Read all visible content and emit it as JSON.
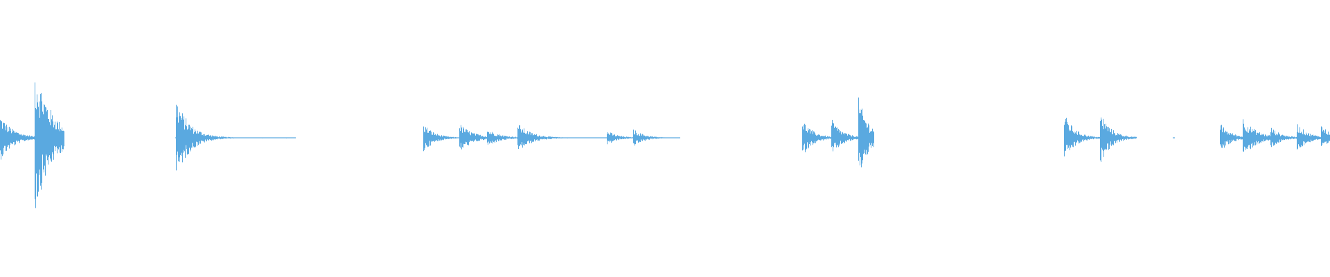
{
  "waveform": {
    "color": "#5aa9e0",
    "background": "#ffffff",
    "clips": [
      {
        "start": 0.0,
        "end": 0.048,
        "bursts": [
          {
            "at": 0.0,
            "amp": 0.3,
            "decay": 0.01
          },
          {
            "at": 0.026,
            "amp": 1.0,
            "decay": 0.012
          }
        ]
      },
      {
        "start": 0.132,
        "end": 0.222,
        "bursts": [
          {
            "at": 0.132,
            "amp": 0.55,
            "decay": 0.01
          },
          {
            "at": 0.147,
            "amp": 0.12,
            "decay": 0.01
          }
        ]
      },
      {
        "start": 0.318,
        "end": 0.511,
        "bursts": [
          {
            "at": 0.318,
            "amp": 0.2,
            "decay": 0.008
          },
          {
            "at": 0.345,
            "amp": 0.2,
            "decay": 0.01
          },
          {
            "at": 0.366,
            "amp": 0.12,
            "decay": 0.01
          },
          {
            "at": 0.389,
            "amp": 0.2,
            "decay": 0.01
          },
          {
            "at": 0.456,
            "amp": 0.1,
            "decay": 0.008
          },
          {
            "at": 0.476,
            "amp": 0.12,
            "decay": 0.008
          }
        ]
      },
      {
        "start": 0.603,
        "end": 0.657,
        "bursts": [
          {
            "at": 0.603,
            "amp": 0.25,
            "decay": 0.008
          },
          {
            "at": 0.625,
            "amp": 0.25,
            "decay": 0.008
          },
          {
            "at": 0.645,
            "amp": 0.55,
            "decay": 0.008
          }
        ]
      },
      {
        "start": 0.8,
        "end": 0.854,
        "bursts": [
          {
            "at": 0.8,
            "amp": 0.32,
            "decay": 0.008
          },
          {
            "at": 0.827,
            "amp": 0.35,
            "decay": 0.008
          }
        ]
      },
      {
        "start": 0.882,
        "end": 0.883,
        "bursts": []
      },
      {
        "start": 0.917,
        "end": 1.0,
        "bursts": [
          {
            "at": 0.917,
            "amp": 0.2,
            "decay": 0.008
          },
          {
            "at": 0.934,
            "amp": 0.28,
            "decay": 0.01
          },
          {
            "at": 0.955,
            "amp": 0.15,
            "decay": 0.008
          },
          {
            "at": 0.975,
            "amp": 0.2,
            "decay": 0.008
          },
          {
            "at": 0.993,
            "amp": 0.18,
            "decay": 0.008
          }
        ]
      }
    ]
  }
}
